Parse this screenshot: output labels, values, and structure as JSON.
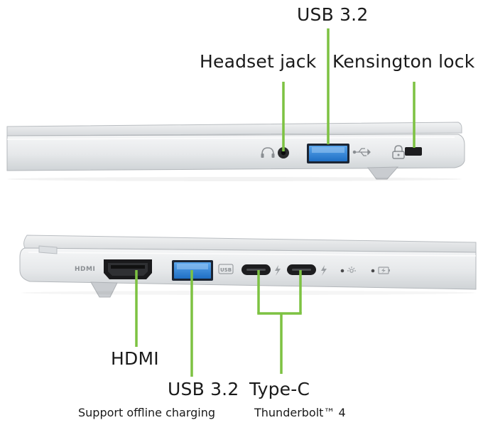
{
  "labels": {
    "usb_top": "USB 3.2",
    "headset_jack": "Headset jack",
    "kensington_lock": "Kensington lock",
    "hdmi": "HDMI",
    "usb_bottom": "USB 3.2",
    "usb_bottom_note": "Support offline charging",
    "type_c": "Type-C",
    "type_c_note": "Thunderbolt™ 4"
  },
  "port_markings": {
    "hdmi": "HDMI",
    "usb": "USB"
  },
  "colors": {
    "leader_line": "#7dc242",
    "chassis": "#e4e6e8",
    "usb_port": "#2f7fd3",
    "port_dark": "#1d1d1f"
  },
  "icons": {
    "headset": "headset-icon",
    "usb_symbol": "usb-symbol-icon",
    "lock": "lock-icon",
    "thunderbolt": "thunderbolt-icon",
    "power_led": "power-led-icon",
    "battery_led": "battery-charging-icon"
  }
}
